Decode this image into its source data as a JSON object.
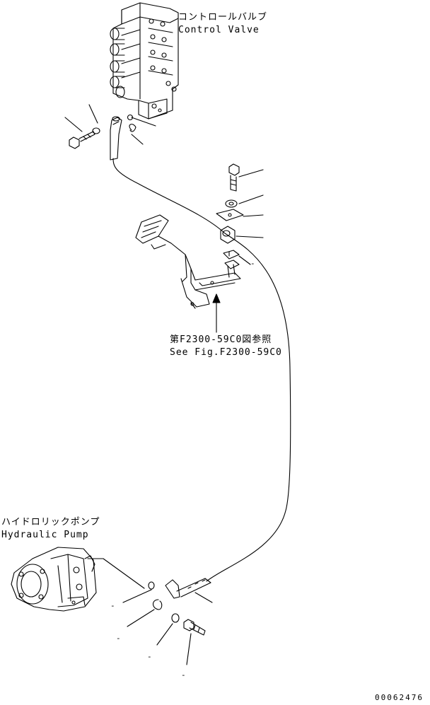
{
  "labels": {
    "control_valve_jp": "コントロールバルブ",
    "control_valve_en": "Control Valve",
    "see_fig_jp": "第F2300-59C0図参照",
    "see_fig_en": "See Fig.F2300-59C0",
    "hydraulic_pump_jp": "ハイドロリックポンプ",
    "hydraulic_pump_en": "Hydraulic Pump",
    "drawing_number": "00062476"
  },
  "dash_marks": [
    "-",
    "-",
    "-",
    "-",
    "-"
  ]
}
